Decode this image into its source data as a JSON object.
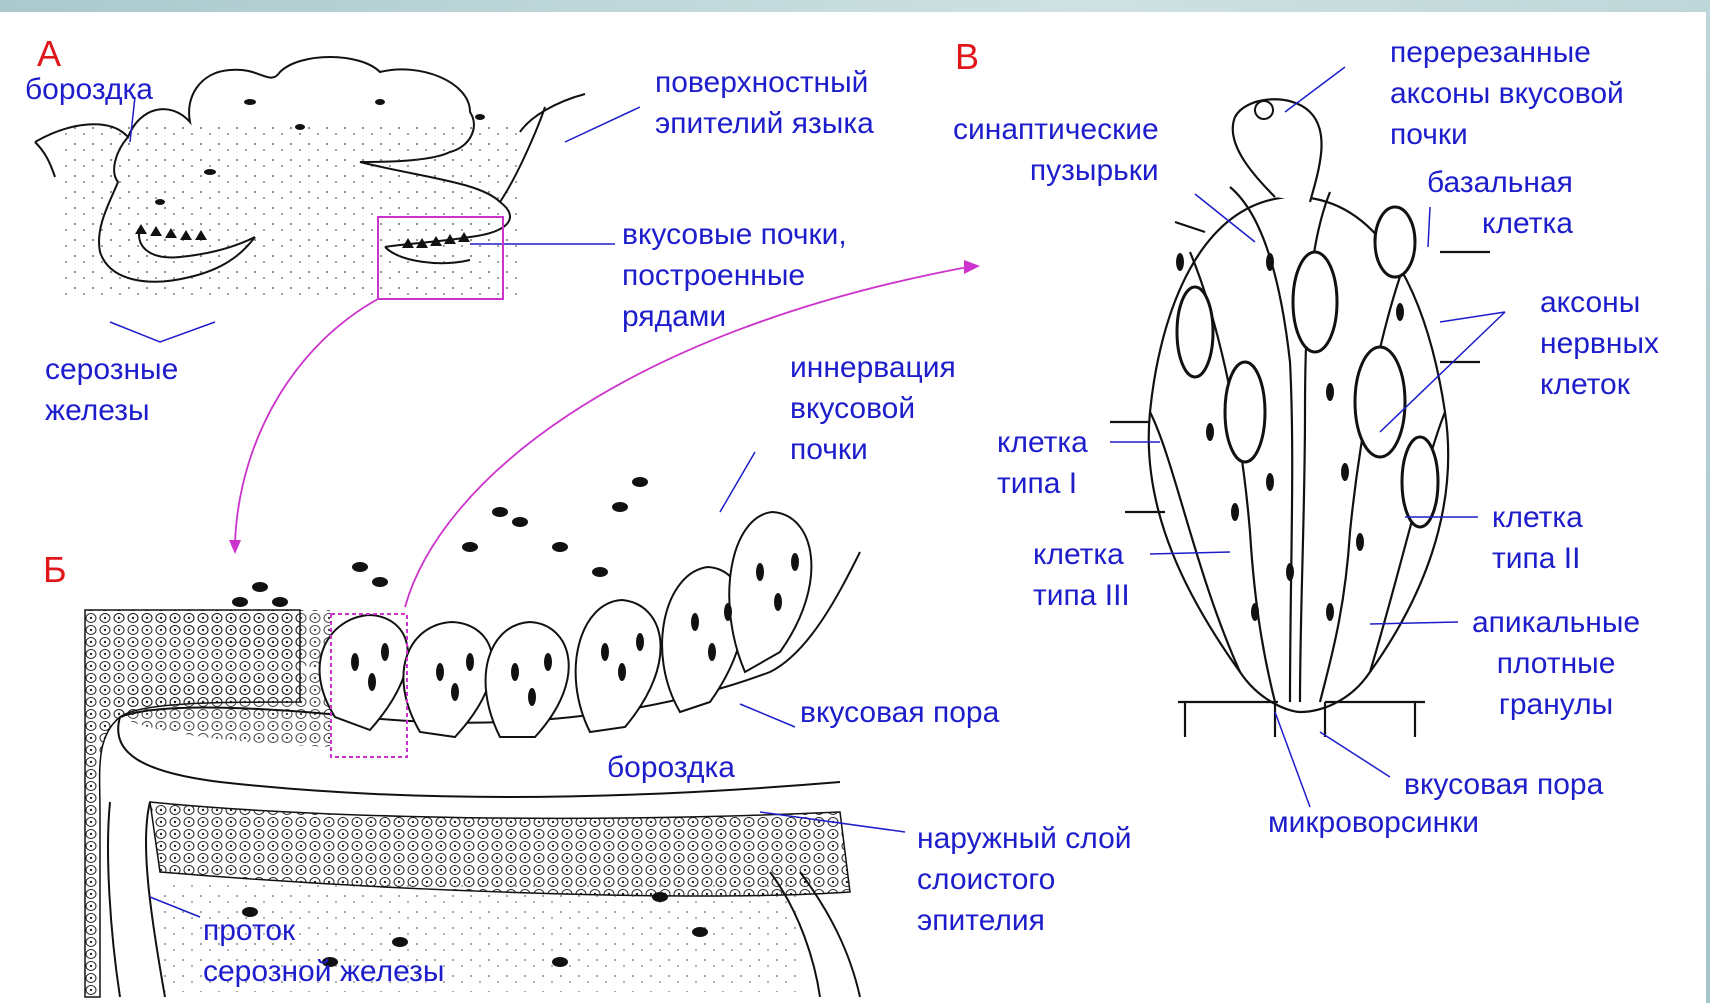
{
  "colors": {
    "label": "#1d1dcc",
    "panel_letter": "#e0161a",
    "highlight": "#cc33cc",
    "ink": "#111111"
  },
  "panels": {
    "a": "А",
    "b": "Б",
    "c": "В"
  },
  "labels": {
    "furrow_a": "бороздка",
    "surface_epithelium": "поверхностный\nэпителий языка",
    "taste_buds_rows": "вкусовые почки,\nпостроенные\nрядами",
    "serous_glands": "серозные\nжелезы",
    "innervation": "иннервация\nвкусовой\nпочки",
    "taste_pore_b": "вкусовая пора",
    "furrow_b": "бороздка",
    "outer_layer": "наружный слой\nслоистого\nэпителия",
    "duct": "проток\nсерозной железы",
    "cut_axons": "перерезанные\nаксоны вкусовой\nпочки",
    "synaptic_vesicles": "синаптические\nпузырьки",
    "basal_cell": "базальная\nклетка",
    "nerve_axons": "аксоны\nнервных\nклеток",
    "cell_type1": "клетка\nтипа I",
    "cell_type2": "клетка\nтипа II",
    "cell_type3": "клетка\nтипа III",
    "apical_granules": "апикальные\nплотные\nгранулы",
    "taste_pore_c": "вкусовая пора",
    "microvilli": "микроворсинки"
  }
}
